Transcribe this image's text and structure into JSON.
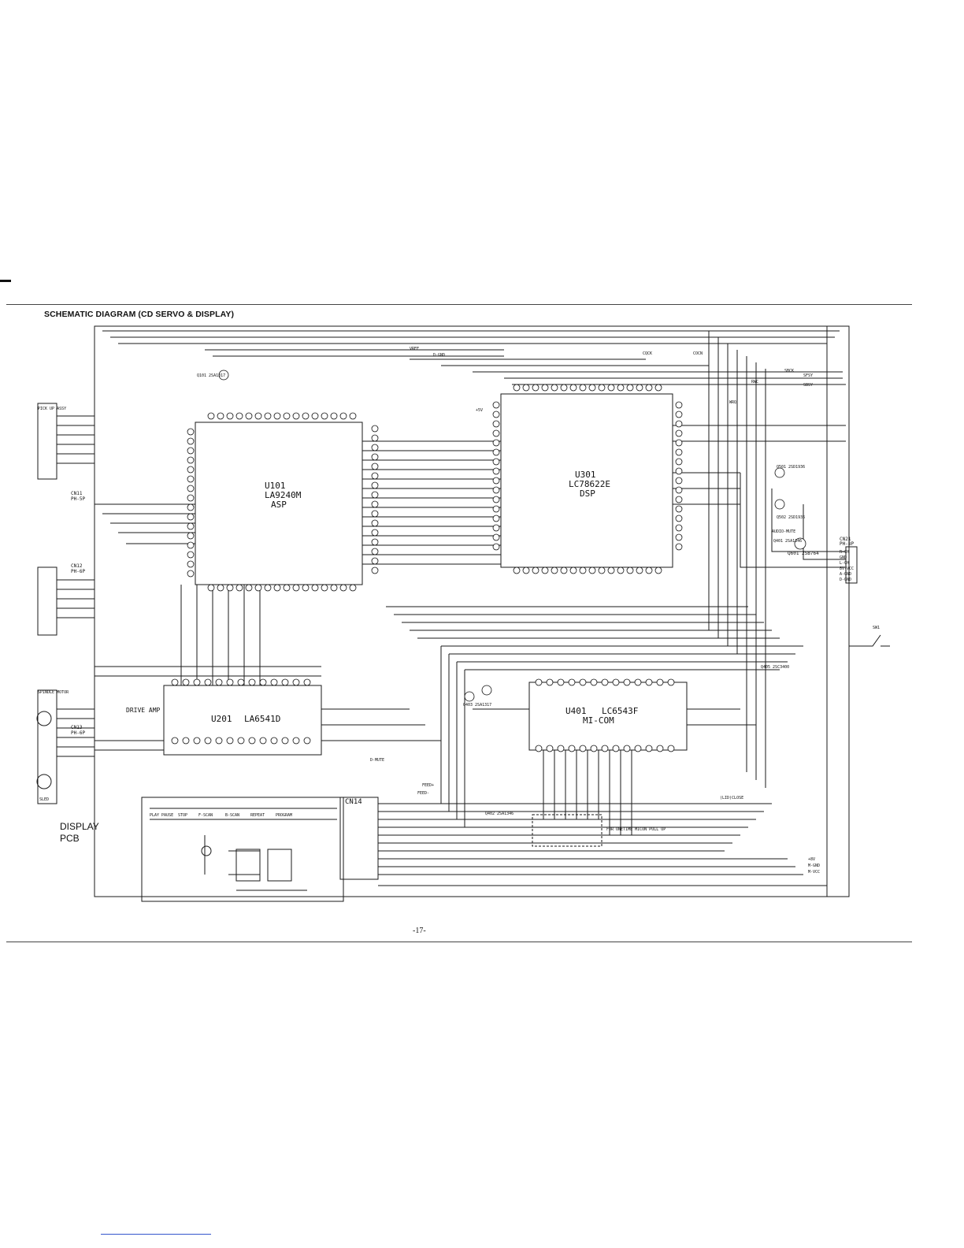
{
  "title": "SCHEMATIC DIAGRAM (CD SERVO & DISPLAY)",
  "page_number": "-17-",
  "display_pcb": {
    "line1": "DISPLAY",
    "line2": "PCB"
  },
  "ics": {
    "u101": {
      "ref": "U101",
      "part": "LA9240M",
      "func": "ASP"
    },
    "u301": {
      "ref": "U301",
      "part": "LC78622E",
      "func": "DSP"
    },
    "u201": {
      "ref": "U201",
      "part": "LA6541D",
      "func": "DRIVE AMP"
    },
    "u401": {
      "ref": "U401",
      "part": "LC6543F",
      "func": "MI-COM"
    }
  },
  "connectors": {
    "pickup": "PICK UP ASSY",
    "cn11": "CN11",
    "cn11_type": "PH-5P",
    "cn12": "CN12",
    "cn12_type": "PH-6P",
    "cn13": "CN13",
    "cn13_type": "PH-6P",
    "cn14": "CN14",
    "cn21": "CN21",
    "cn21_type": "PH-8P",
    "spindle": "SPINDLE MOTOR",
    "sled": "SLED"
  },
  "transistors": {
    "q101": "Q101 2SA1317",
    "q501": "Q501 2SD1936",
    "q502": "Q502 2SD1936",
    "q601": "Q601 2SB764",
    "q401": "Q401 2SA1346",
    "q402": "Q402 2SA1346",
    "q403": "Q403 2SA1317",
    "q405": "Q405 2SC3400"
  },
  "buttons": [
    "PLAY PAUSE",
    "STOP",
    "F-SCAN",
    "B-SCAN",
    "REPEAT",
    "PROGRAM"
  ],
  "net_labels": {
    "vref": "VREF",
    "dgnd": "D-GND",
    "plus5v": "+5V",
    "plus8v": "+8V",
    "mgnd": "M-GND",
    "mvcc": "M-VCC",
    "dmute": "D-MUTE",
    "audio_mute": "AUDIO-MUTE",
    "lid_close": "(LID)CLOSE",
    "onetime": "FOR ONETIME MICON PULL UP",
    "sbck": "SBCK",
    "sbsy": "SBSY",
    "sfsy": "SFSY",
    "rwc": "RWC",
    "wrq": "WRQ",
    "cqck": "CQCK",
    "cocn": "COCN",
    "feed_plus": "FEED+",
    "feed_minus": "FEED-",
    "sw1": "SW1"
  },
  "cn21_pins": [
    "R-CH",
    "GND",
    "L-CH",
    "8V-VCC",
    "A-GND",
    "D-GND"
  ]
}
